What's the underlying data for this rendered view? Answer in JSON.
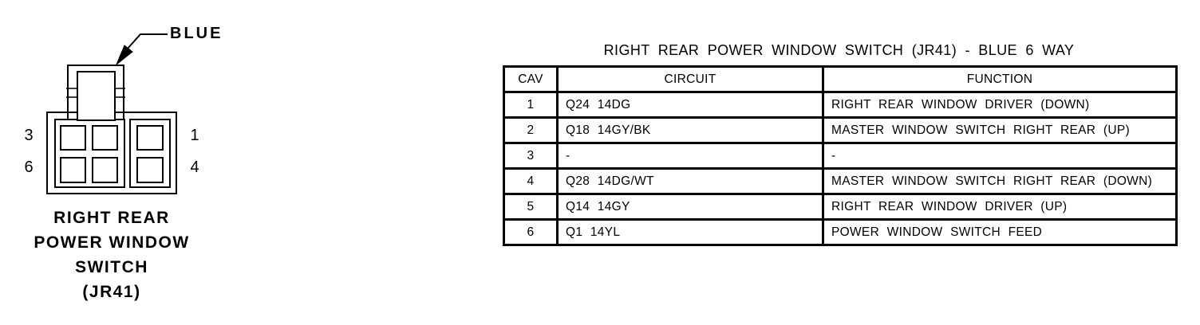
{
  "page": {
    "background_color": "#ffffff",
    "ink_color": "#000000"
  },
  "connector": {
    "wire_color_label": "BLUE",
    "pins": {
      "left_top": "3",
      "left_bottom": "6",
      "right_top": "1",
      "right_bottom": "4"
    },
    "caption_lines": [
      "RIGHT REAR",
      "POWER WINDOW",
      "SWITCH",
      "(JR41)"
    ]
  },
  "table": {
    "title": "RIGHT REAR POWER WINDOW SWITCH (JR41) - BLUE 6 WAY",
    "columns": [
      "CAV",
      "CIRCUIT",
      "FUNCTION"
    ],
    "rows": [
      {
        "cav": "1",
        "circuit": "Q24 14DG",
        "function": "RIGHT REAR WINDOW DRIVER (DOWN)"
      },
      {
        "cav": "2",
        "circuit": "Q18 14GY/BK",
        "function": "MASTER WINDOW SWITCH RIGHT REAR (UP)"
      },
      {
        "cav": "3",
        "circuit": "-",
        "function": "-"
      },
      {
        "cav": "4",
        "circuit": "Q28 14DG/WT",
        "function": "MASTER WINDOW SWITCH RIGHT REAR (DOWN)"
      },
      {
        "cav": "5",
        "circuit": "Q14 14GY",
        "function": "RIGHT REAR WINDOW DRIVER (UP)"
      },
      {
        "cav": "6",
        "circuit": "Q1 14YL",
        "function": "POWER WINDOW SWITCH FEED"
      }
    ]
  }
}
